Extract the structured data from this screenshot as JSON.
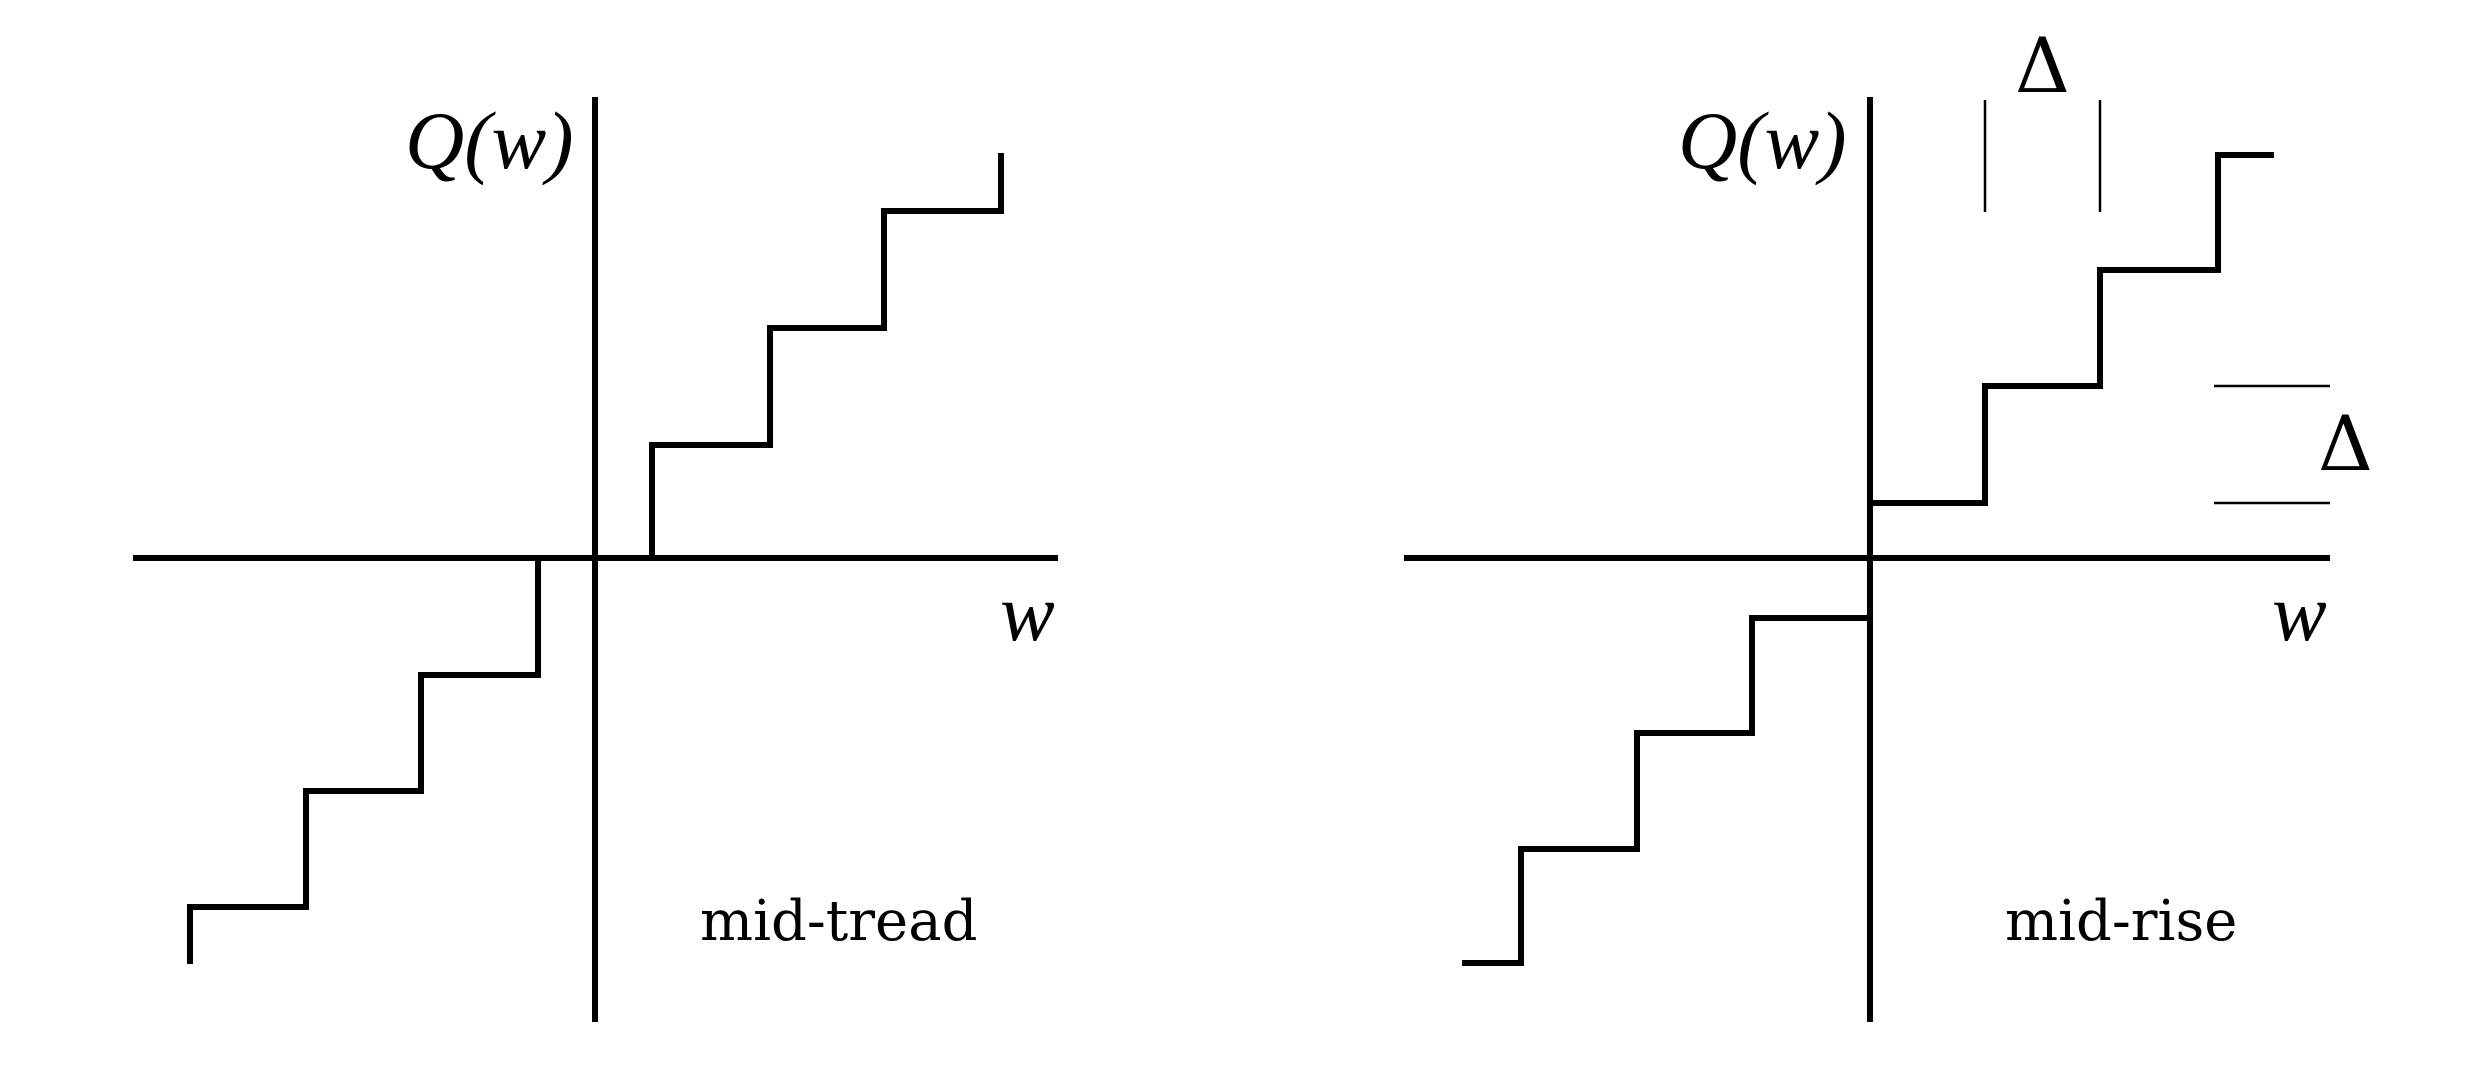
{
  "stroke_color": "#000000",
  "background_color": "#ffffff",
  "diagrams": [
    {
      "id": "mid-tread",
      "y_axis_label": "Q(w)",
      "x_axis_label": "w",
      "caption": "mid-tread",
      "step_levels": [
        -3,
        -2,
        -1,
        0,
        1,
        2,
        3
      ],
      "has_zero_output_level": true
    },
    {
      "id": "mid-rise",
      "y_axis_label": "Q(w)",
      "x_axis_label": "w",
      "caption": "mid-rise",
      "step_levels": [
        -3.5,
        -2.5,
        -1.5,
        -0.5,
        0.5,
        1.5,
        2.5,
        3.5
      ],
      "has_zero_output_level": false,
      "horizontal_step_annotation": "Δ",
      "vertical_step_annotation": "Δ"
    }
  ]
}
